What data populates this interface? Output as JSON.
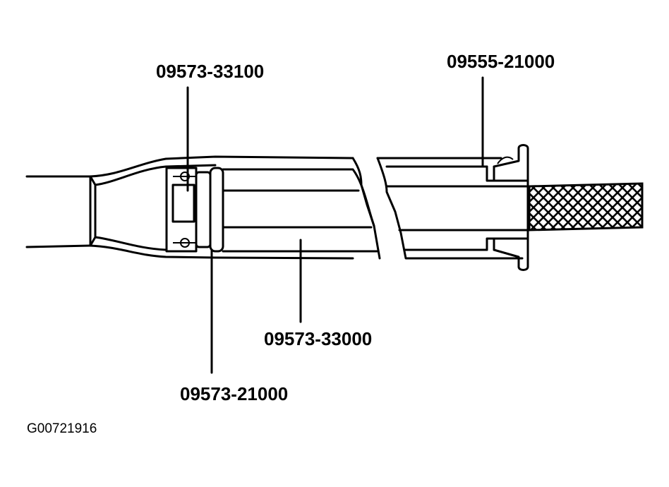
{
  "diagram": {
    "labels": {
      "part_top_left": "09573-33100",
      "part_top_right": "09555-21000",
      "part_middle": "09573-33000",
      "part_bottom": "09573-21000"
    },
    "figure_id": "G00721916"
  }
}
